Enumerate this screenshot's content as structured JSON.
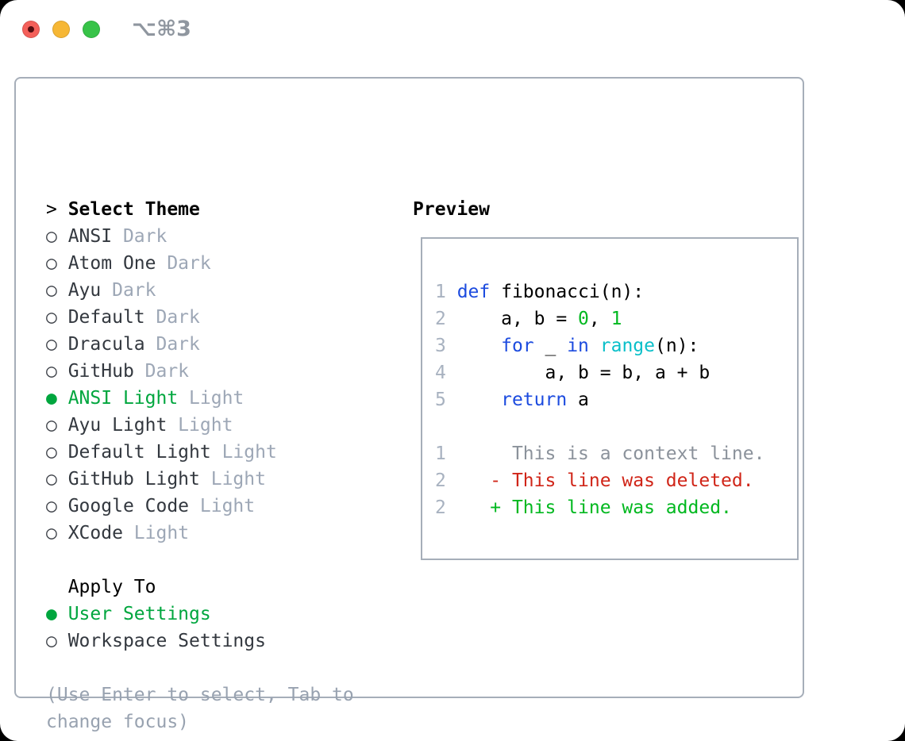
{
  "window": {
    "title": "⌥⌘3"
  },
  "icons": {
    "radio_unselected": "○",
    "radio_selected": "●",
    "focus_marker": ">"
  },
  "theme_menu": {
    "header": "Select Theme",
    "items": [
      {
        "name": "ANSI",
        "tag": "Dark",
        "selected": false
      },
      {
        "name": "Atom One",
        "tag": "Dark",
        "selected": false
      },
      {
        "name": "Ayu",
        "tag": "Dark",
        "selected": false
      },
      {
        "name": "Default",
        "tag": "Dark",
        "selected": false
      },
      {
        "name": "Dracula",
        "tag": "Dark",
        "selected": false
      },
      {
        "name": "GitHub",
        "tag": "Dark",
        "selected": false
      },
      {
        "name": "ANSI Light",
        "tag": "Light",
        "selected": true
      },
      {
        "name": "Ayu Light",
        "tag": "Light",
        "selected": false
      },
      {
        "name": "Default Light",
        "tag": "Light",
        "selected": false
      },
      {
        "name": "GitHub Light",
        "tag": "Light",
        "selected": false
      },
      {
        "name": "Google Code",
        "tag": "Light",
        "selected": false
      },
      {
        "name": "XCode",
        "tag": "Light",
        "selected": false
      }
    ]
  },
  "apply_to": {
    "header": "Apply To",
    "items": [
      {
        "name": "User Settings",
        "selected": true
      },
      {
        "name": "Workspace Settings",
        "selected": false
      }
    ]
  },
  "hint_lines": [
    "(Use Enter to select, Tab to",
    "change focus)"
  ],
  "preview": {
    "label": "Preview",
    "lines": [
      {
        "num": "1",
        "segments": [
          {
            "text": "def",
            "color": "keyword"
          },
          {
            "text": " fibonacci(n):",
            "color": "code"
          }
        ]
      },
      {
        "num": "2",
        "segments": [
          {
            "text": "    a, b = ",
            "color": "code"
          },
          {
            "text": "0",
            "color": "number"
          },
          {
            "text": ", ",
            "color": "code"
          },
          {
            "text": "1",
            "color": "number"
          }
        ]
      },
      {
        "num": "3",
        "segments": [
          {
            "text": "    ",
            "color": "code"
          },
          {
            "text": "for",
            "color": "keyword"
          },
          {
            "text": " _ ",
            "color": "code"
          },
          {
            "text": "in",
            "color": "keyword"
          },
          {
            "text": " ",
            "color": "code"
          },
          {
            "text": "range",
            "color": "builtin"
          },
          {
            "text": "(n):",
            "color": "code"
          }
        ]
      },
      {
        "num": "4",
        "segments": [
          {
            "text": "        a, b = b, a + b",
            "color": "code"
          }
        ]
      },
      {
        "num": "5",
        "segments": [
          {
            "text": "    ",
            "color": "code"
          },
          {
            "text": "return",
            "color": "keyword"
          },
          {
            "text": " a",
            "color": "code"
          }
        ]
      },
      {
        "num": "",
        "segments": []
      },
      {
        "num": "1",
        "segments": [
          {
            "text": "     This is a context line.",
            "color": "context"
          }
        ]
      },
      {
        "num": "2",
        "segments": [
          {
            "text": "   ",
            "color": "code"
          },
          {
            "text": "- This line was deleted.",
            "color": "deleted"
          }
        ]
      },
      {
        "num": "2",
        "segments": [
          {
            "text": "   ",
            "color": "code"
          },
          {
            "text": "+ This line was added.",
            "color": "added"
          }
        ]
      }
    ]
  },
  "colors": {
    "black": "#000000",
    "text-dark": "#33383f",
    "tag-gray": "#9da7b6",
    "ring-gray": "#3d4148",
    "hint-gray": "#98a2b0",
    "context-gray": "#8b929b",
    "linenum-gray": "#a8b2c0",
    "title-gray": "#8f969f",
    "border": "#a6aeb9",
    "green-selected": "#00a63e",
    "green-bright": "#00b81f",
    "keyword-blue": "#1c4bdf",
    "builtin-cyan": "#0abfc9",
    "red-deleted": "#d02518",
    "tl-red": "#f4605a",
    "tl-red-dot": "#550d10",
    "tl-yellow": "#f6b735",
    "tl-green": "#37c348"
  }
}
